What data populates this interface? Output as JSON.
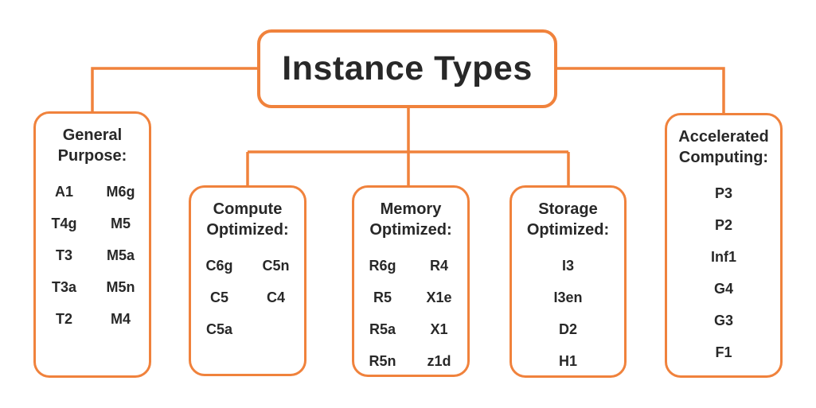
{
  "title": "Instance Types",
  "categories": [
    {
      "name": "General Purpose:",
      "items": [
        "A1",
        "M6g",
        "T4g",
        "M5",
        "T3",
        "M5a",
        "T3a",
        "M5n",
        "T2",
        "M4"
      ]
    },
    {
      "name": "Compute Optimized:",
      "items": [
        "C6g",
        "C5n",
        "C5",
        "C4",
        "C5a"
      ]
    },
    {
      "name": "Memory Optimized:",
      "items": [
        "R6g",
        "R4",
        "R5",
        "X1e",
        "R5a",
        "X1",
        "R5n",
        "z1d"
      ]
    },
    {
      "name": "Storage Optimized:",
      "items": [
        "I3",
        "I3en",
        "D2",
        "H1"
      ]
    },
    {
      "name": "Accelerated Computing:",
      "items": [
        "P3",
        "P2",
        "Inf1",
        "G4",
        "G3",
        "F1"
      ]
    }
  ],
  "colors": {
    "accent": "#F0823C",
    "text": "#282828",
    "background": "#FFFFFF"
  }
}
